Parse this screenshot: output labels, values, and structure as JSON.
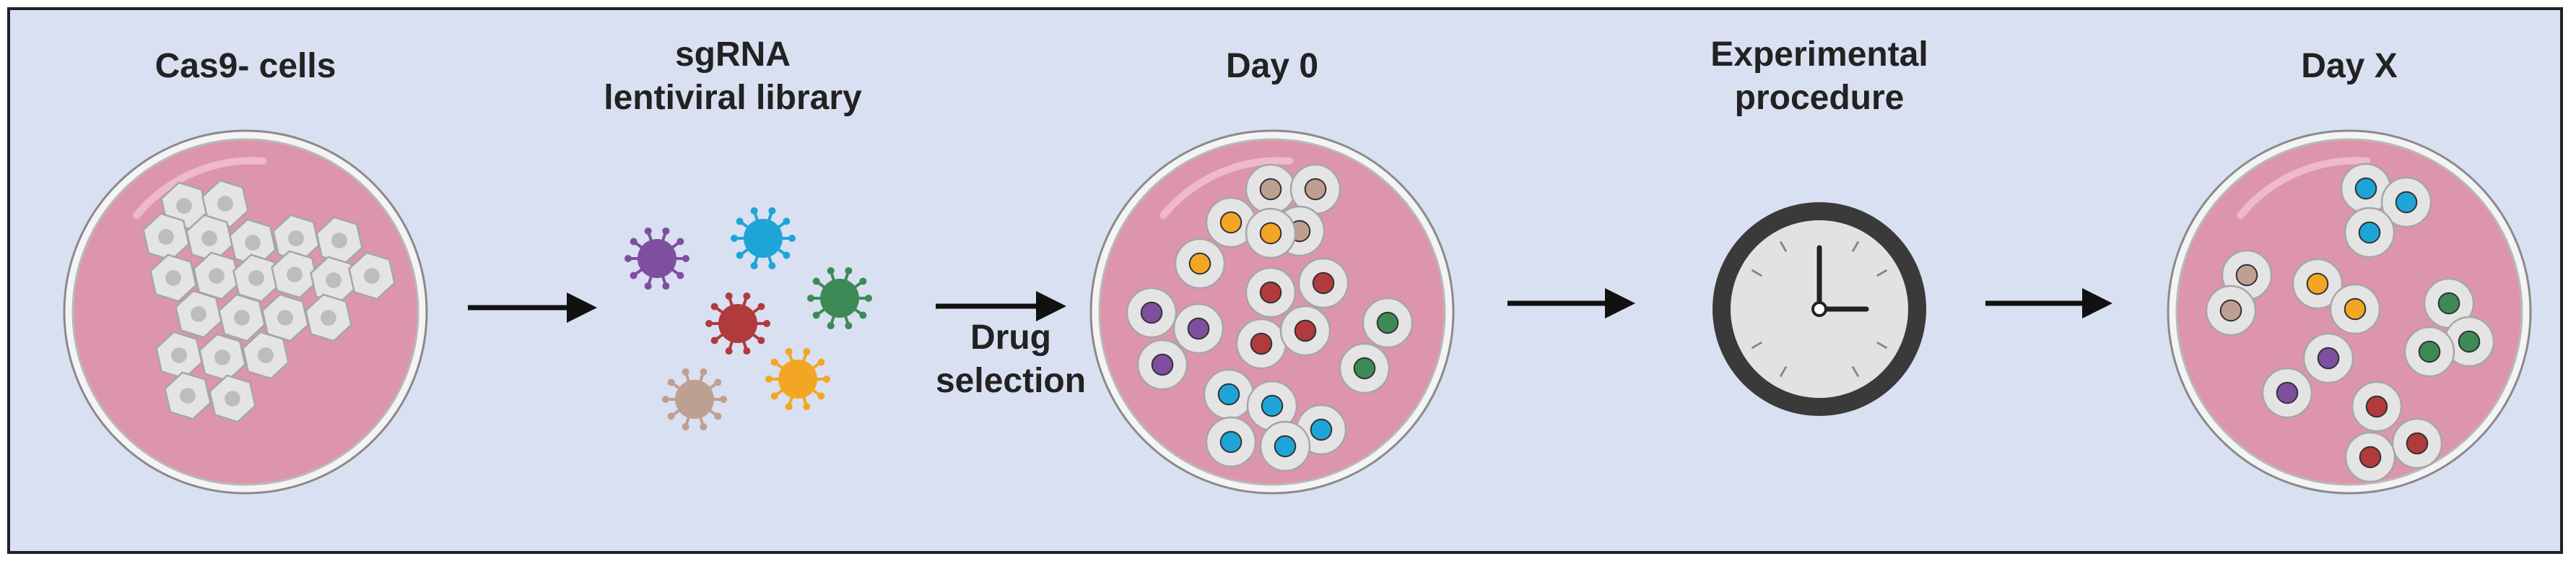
{
  "stages": {
    "cas9": "Cas9- cells",
    "sgrna_line1": "sgRNA",
    "sgrna_line2": "lentiviral library",
    "drug_line1": "Drug",
    "drug_line2": "selection",
    "day0": "Day 0",
    "experimental_line1": "Experimental",
    "experimental_line2": "procedure",
    "dayx": "Day X"
  },
  "colors": {
    "background": "#d9e0f1",
    "dish_fill": "#dc95ad",
    "dish_rim": "#eeeeee",
    "cell": "#e4e4e4",
    "cell_stroke": "#a6a6a6",
    "nucleus": "#bdbdbd",
    "purple": "#7d4f9e",
    "blue": "#1ea5d8",
    "green": "#3e8a56",
    "red": "#b13a3d",
    "orange": "#f3a623",
    "tan": "#bea092",
    "clock_ring": "#3a3a3a",
    "clock_face": "#e3e2e2"
  },
  "icons": [
    "petri-dish-icon",
    "virus-icon",
    "arrow-icon",
    "clock-icon"
  ]
}
